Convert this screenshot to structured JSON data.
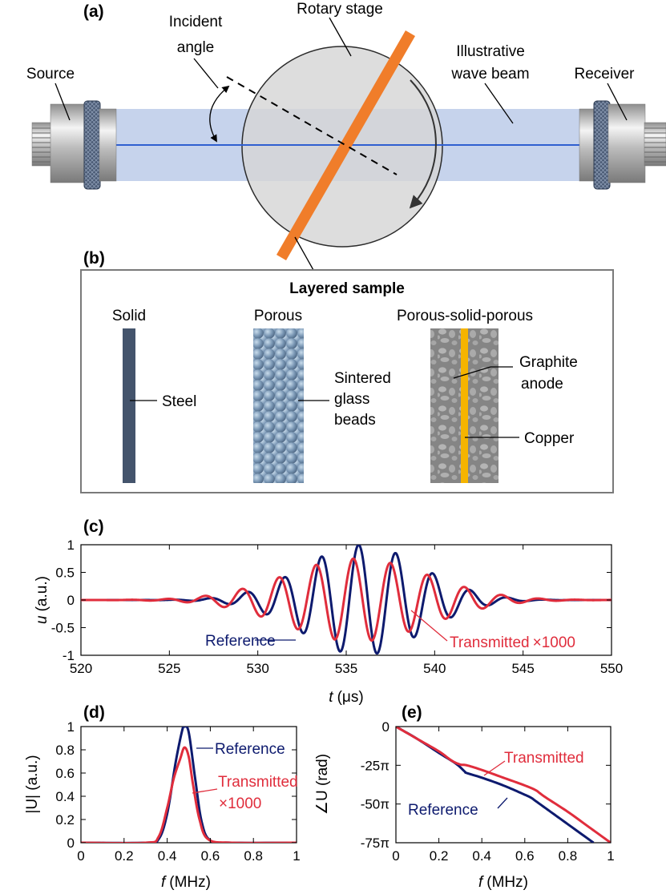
{
  "panel_a": {
    "label": "(a)",
    "source": "Source",
    "incident_angle_1": "Incident",
    "incident_angle_2": "angle",
    "rotary_stage": "Rotary stage",
    "wave_beam_1": "Illustrative",
    "wave_beam_2": "wave beam",
    "receiver": "Receiver"
  },
  "panel_b": {
    "label": "(b)",
    "title": "Layered sample",
    "solid": "Solid",
    "porous": "Porous",
    "psp": "Porous-solid-porous",
    "steel": "Steel",
    "beads_1": "Sintered",
    "beads_2": "glass",
    "beads_3": "beads",
    "graphite_1": "Graphite",
    "graphite_2": "anode",
    "copper": "Copper"
  },
  "colors": {
    "reference": "#0d1a6e",
    "transmitted": "#e02d3c",
    "beam": "#c6d3ec",
    "beam_line": "#2f5fd0",
    "plate": "#f07d2a",
    "steel": "#44546c",
    "copper": "#f5b400"
  },
  "chart_data": [
    {
      "id": "c",
      "type": "line",
      "panel_label": "(c)",
      "xlabel_var": "t",
      "xlabel_unit": "(μs)",
      "ylabel_var": "u",
      "ylabel_unit": "(a.u.)",
      "xlim": [
        520,
        550
      ],
      "ylim": [
        -1,
        1
      ],
      "xticks": [
        "520",
        "525",
        "530",
        "535",
        "540",
        "545",
        "550"
      ],
      "yticks": [
        "-1",
        "-0.5",
        "0",
        "0.5",
        "1"
      ],
      "annotations": [
        "Reference",
        "Transmitted",
        "×1000"
      ],
      "series": [
        {
          "name": "Reference",
          "model": {
            "center": 535.9,
            "period": 2.1,
            "sigma": 3.3,
            "amplitude": 1.0
          }
        },
        {
          "name": "Transmitted ×1000",
          "model": {
            "center": 535.6,
            "period": 2.1,
            "sigma": 4.0,
            "amplitude": 0.75
          }
        }
      ]
    },
    {
      "id": "d",
      "type": "line",
      "panel_label": "(d)",
      "xlabel_var": "f",
      "xlabel_unit": "(MHz)",
      "ylabel": "|U| (a.u.)",
      "xlim": [
        0,
        1
      ],
      "ylim": [
        0,
        1
      ],
      "xticks": [
        "0",
        "0.2",
        "0.4",
        "0.6",
        "0.8",
        "1"
      ],
      "yticks": [
        "0",
        "0.2",
        "0.4",
        "0.6",
        "0.8",
        "1"
      ],
      "annotations": [
        "Reference",
        "Transmitted",
        "×1000"
      ],
      "series": [
        {
          "name": "Reference",
          "x": [
            0,
            0.3,
            0.36,
            0.4,
            0.44,
            0.47,
            0.48,
            0.5,
            0.53,
            0.56,
            0.6,
            0.7,
            1
          ],
          "y": [
            0,
            0,
            0.03,
            0.25,
            0.7,
            0.97,
            1.0,
            0.95,
            0.55,
            0.18,
            0.02,
            0,
            0
          ]
        },
        {
          "name": "Transmitted",
          "x": [
            0,
            0.3,
            0.36,
            0.4,
            0.43,
            0.46,
            0.48,
            0.5,
            0.52,
            0.55,
            0.59,
            0.7,
            1
          ],
          "y": [
            0,
            0,
            0.05,
            0.3,
            0.55,
            0.72,
            0.82,
            0.74,
            0.5,
            0.2,
            0.03,
            0,
            0
          ]
        }
      ]
    },
    {
      "id": "e",
      "type": "line",
      "panel_label": "(e)",
      "xlabel_var": "f",
      "xlabel_unit": "(MHz)",
      "ylabel": "∠U (rad)",
      "xlim": [
        0,
        1
      ],
      "ylim": [
        -75,
        0
      ],
      "xticks": [
        "0",
        "0.2",
        "0.4",
        "0.6",
        "0.8",
        "1"
      ],
      "yticks": [
        "0",
        "-25π",
        "-50π",
        "-75π"
      ],
      "annotations": [
        "Transmitted",
        "Reference"
      ],
      "series": [
        {
          "name": "Reference",
          "x": [
            0,
            0.1,
            0.2,
            0.28,
            0.32,
            0.33,
            0.4,
            0.5,
            0.6,
            0.63,
            0.65,
            0.7,
            0.8,
            0.92
          ],
          "y": [
            0,
            -8,
            -17,
            -24,
            -29,
            -30,
            -33,
            -38,
            -44,
            -46,
            -48,
            -53,
            -63,
            -75
          ]
        },
        {
          "name": "Transmitted",
          "x": [
            0,
            0.1,
            0.2,
            0.26,
            0.3,
            0.33,
            0.4,
            0.5,
            0.6,
            0.65,
            0.67,
            0.7,
            0.8,
            0.9,
            1.0
          ],
          "y": [
            0,
            -8,
            -16,
            -22,
            -24.5,
            -25,
            -28,
            -33,
            -38,
            -41,
            -43,
            -46,
            -55,
            -65,
            -75
          ]
        }
      ]
    }
  ]
}
